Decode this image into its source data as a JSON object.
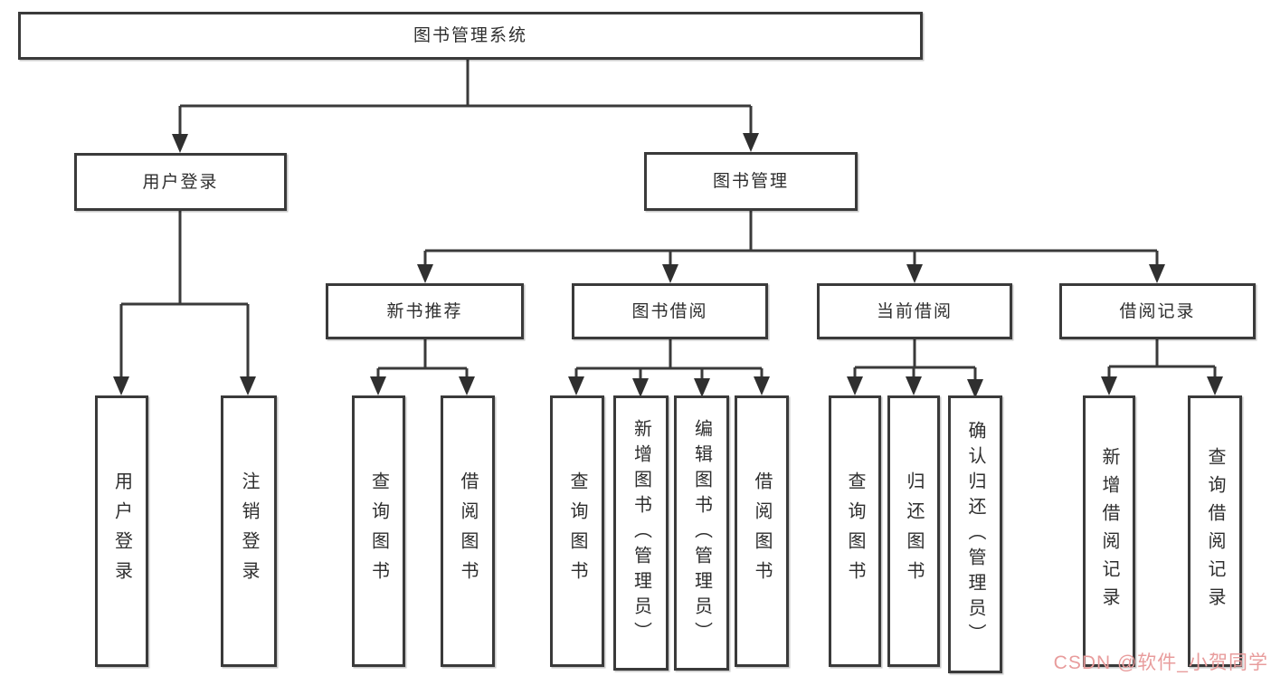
{
  "tree": {
    "root": "图书管理系统",
    "login": {
      "label": "用户登录",
      "children": [
        "用户登录",
        "注销登录"
      ]
    },
    "manage": {
      "label": "图书管理",
      "sections": [
        {
          "label": "新书推荐",
          "children": [
            "查询图书",
            "借阅图书"
          ]
        },
        {
          "label": "图书借阅",
          "children": [
            "查询图书",
            "新增图书（管理员）",
            "编辑图书（管理员）",
            "借阅图书"
          ]
        },
        {
          "label": "当前借阅",
          "children": [
            "查询图书",
            "归还图书",
            "确认归还（管理员）"
          ]
        },
        {
          "label": "借阅记录",
          "children": [
            "新增借阅记录",
            "查询借阅记录"
          ]
        }
      ]
    }
  },
  "watermark": {
    "text": "CSDN @软件_小贺同学",
    "color": "#e89c9c"
  },
  "colors": {
    "line": "#3a3a3a",
    "arrow": "#2f2f2f",
    "box_border": "#3a3a3a",
    "text": "#2e2e2e",
    "background": "#ffffff"
  }
}
